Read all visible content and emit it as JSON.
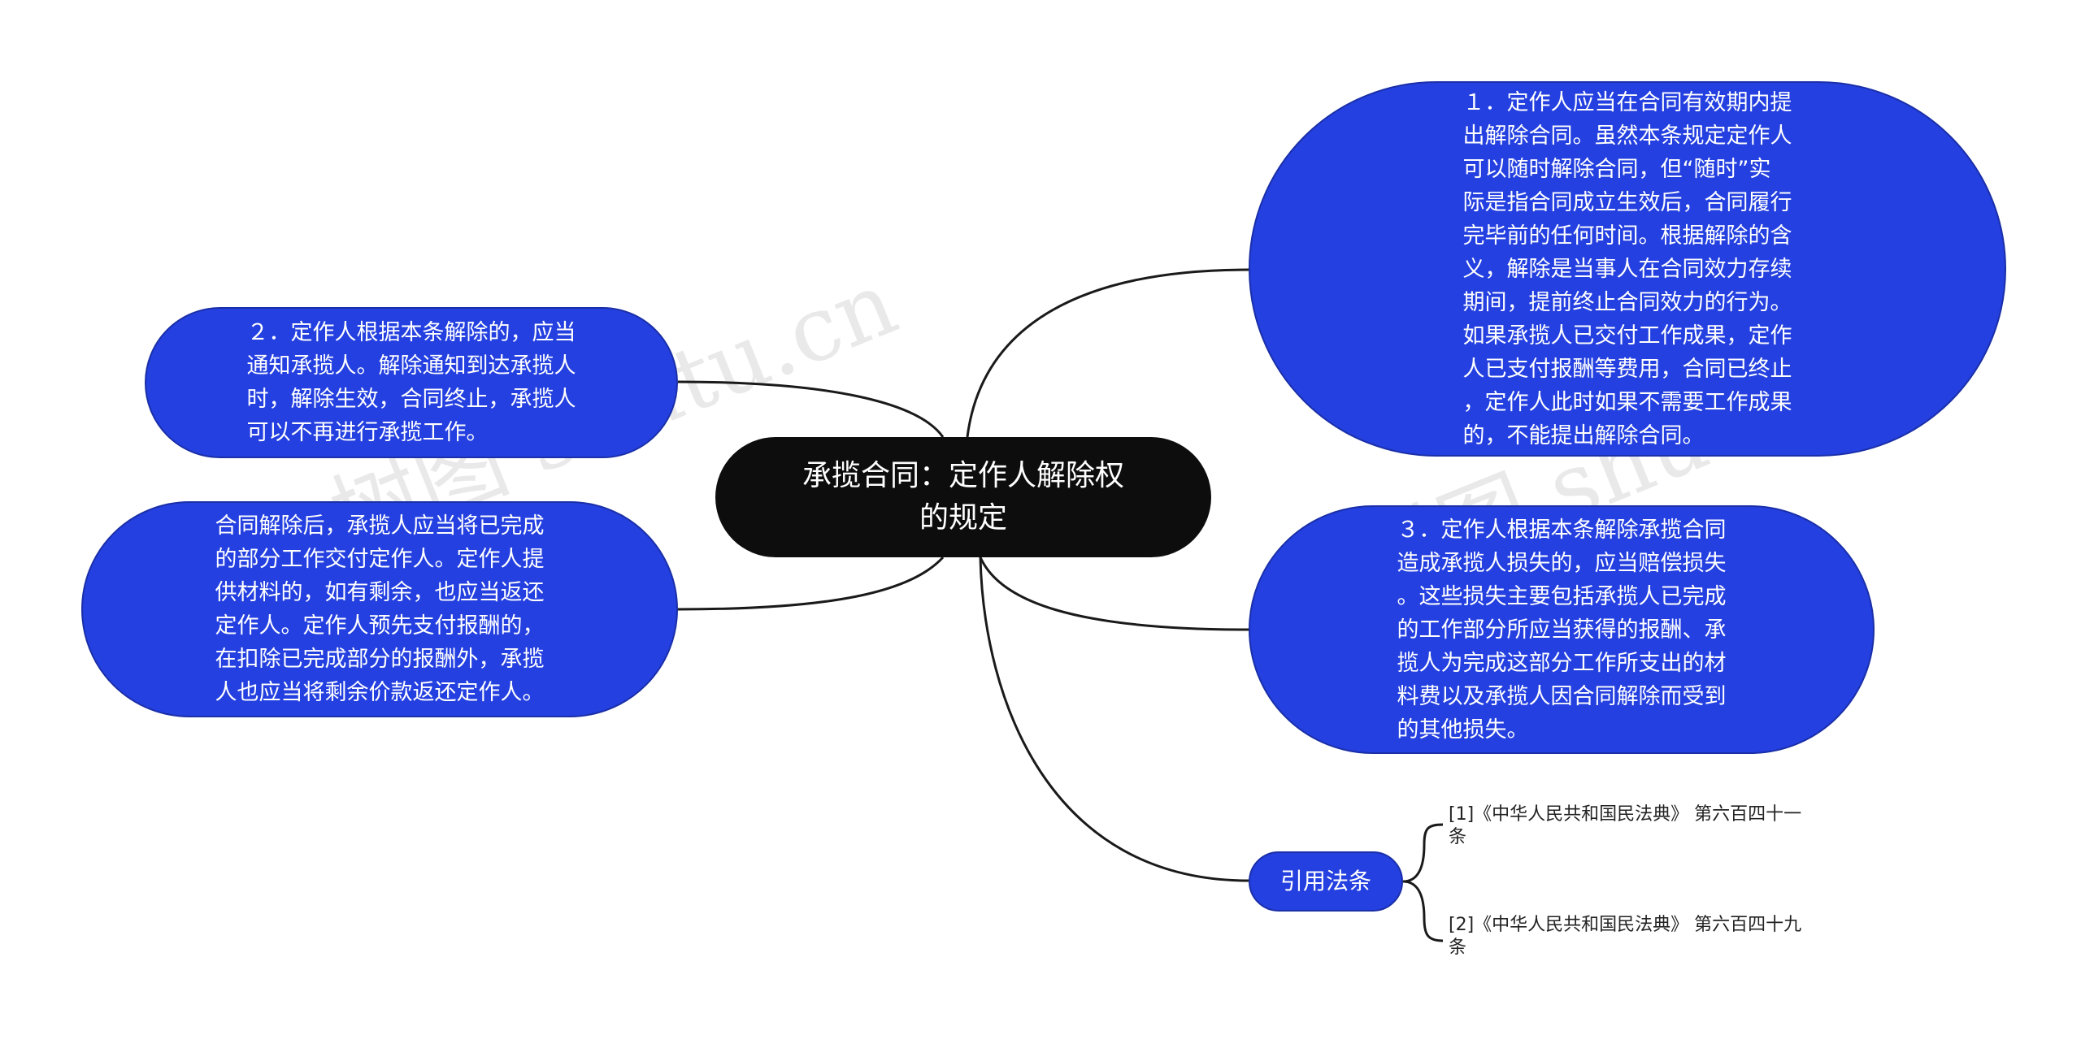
{
  "center": {
    "lines": "承揽合同：定作人解除权\n的规定"
  },
  "node_1": {
    "lines": "１．定作人应当在合同有效期内提\n出解除合同。虽然本条规定定作人\n可以随时解除合同，但“随时”实\n际是指合同成立生效后，合同履行\n完毕前的任何时间。根据解除的含\n义，解除是当事人在合同效力存续\n期间，提前终止合同效力的行为。\n如果承揽人已交付工作成果，定作\n人已支付报酬等费用，合同已终止\n，定作人此时如果不需要工作成果\n的，不能提出解除合同。"
  },
  "node_2": {
    "lines": "２．定作人根据本条解除的，应当\n通知承揽人。解除通知到达承揽人\n时，解除生效，合同终止，承揽人\n可以不再进行承揽工作。"
  },
  "node_left": {
    "lines": "合同解除后，承揽人应当将已完成\n的部分工作交付定作人。定作人提\n供材料的，如有剩余，也应当返还\n定作人。定作人预先支付报酬的，\n在扣除已完成部分的报酬外，承揽\n人也应当将剩余价款返还定作人。"
  },
  "node_3": {
    "lines": "３．定作人根据本条解除承揽合同\n造成承揽人损失的，应当赔偿损失\n。这些损失主要包括承揽人已完成\n的工作部分所应当获得的报酬、承\n揽人为完成这部分工作所支出的材\n料费以及承揽人因合同解除而受到\n的其他损失。"
  },
  "citations": {
    "label": "引用法条",
    "items": [
      "[1]《中华人民共和国民法典》 第六百四十一\n条",
      "[2]《中华人民共和国民法典》 第六百四十九\n条"
    ]
  },
  "watermark": {
    "left": "树图 shutu.cn",
    "right": "树图 shutu.cn"
  },
  "colors": {
    "node_fill": "#2440e0",
    "center_fill": "#0d0d0d",
    "line": "#1a1a1a"
  }
}
